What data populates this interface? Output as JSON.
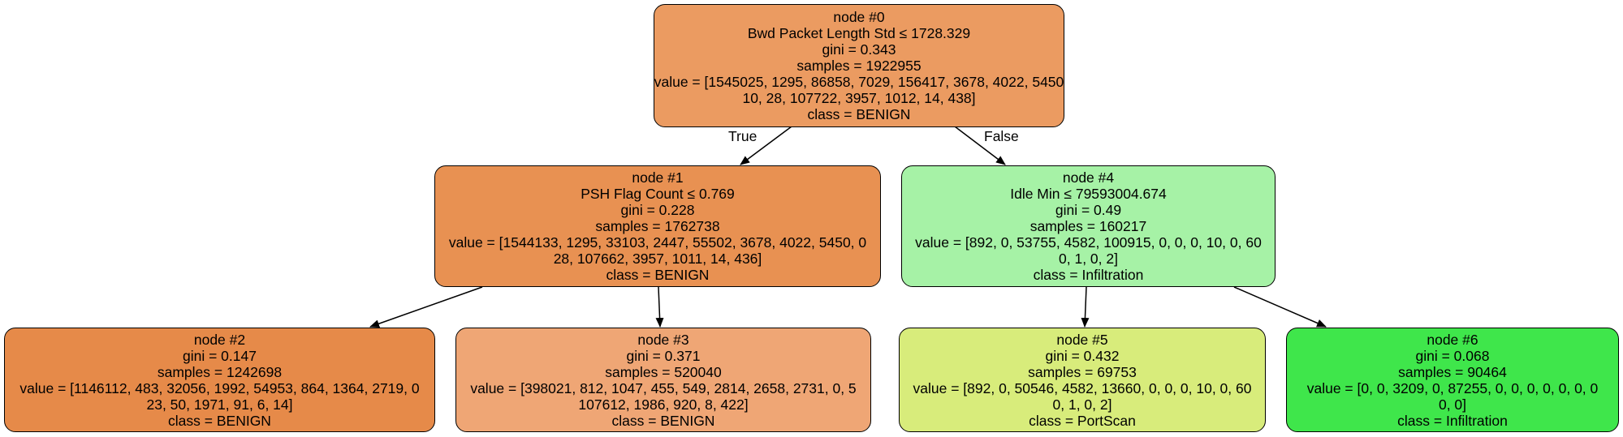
{
  "colors": {
    "node0": "#eb9b61",
    "node1": "#e89152",
    "node2": "#e68a49",
    "node3": "#efa675",
    "node4": "#a6f2a6",
    "node5": "#d8ec7b",
    "node6": "#3fe64b",
    "edge": "#000000"
  },
  "edges": {
    "true_label": "True",
    "false_label": "False"
  },
  "nodes": [
    {
      "id": "node #0",
      "split": "Bwd Packet Length Std ≤ 1728.329",
      "gini": "gini = 0.343",
      "samples": "samples = 1922955",
      "value_line1": "value = [1545025, 1295, 86858, 7029, 156417, 3678, 4022, 5450",
      "value_line2": "10, 28, 107722, 3957, 1012, 14, 438]",
      "class": "class = BENIGN"
    },
    {
      "id": "node #1",
      "split": "PSH Flag Count ≤ 0.769",
      "gini": "gini = 0.228",
      "samples": "samples = 1762738",
      "value_line1": "value = [1544133, 1295, 33103, 2447, 55502, 3678, 4022, 5450, 0",
      "value_line2": "28, 107662, 3957, 1011, 14, 436]",
      "class": "class = BENIGN"
    },
    {
      "id": "node #2",
      "split": "",
      "gini": "gini = 0.147",
      "samples": "samples = 1242698",
      "value_line1": "value = [1146112, 483, 32056, 1992, 54953, 864, 1364, 2719, 0",
      "value_line2": "23, 50, 1971, 91, 6, 14]",
      "class": "class = BENIGN"
    },
    {
      "id": "node #3",
      "split": "",
      "gini": "gini = 0.371",
      "samples": "samples = 520040",
      "value_line1": "value = [398021, 812, 1047, 455, 549, 2814, 2658, 2731, 0, 5",
      "value_line2": "107612, 1986, 920, 8, 422]",
      "class": "class = BENIGN"
    },
    {
      "id": "node #4",
      "split": "Idle Min ≤ 79593004.674",
      "gini": "gini = 0.49",
      "samples": "samples = 160217",
      "value_line1": "value = [892, 0, 53755, 4582, 100915, 0, 0, 0, 10, 0, 60",
      "value_line2": "0, 1, 0, 2]",
      "class": "class = Infiltration"
    },
    {
      "id": "node #5",
      "split": "",
      "gini": "gini = 0.432",
      "samples": "samples = 69753",
      "value_line1": "value = [892, 0, 50546, 4582, 13660, 0, 0, 0, 10, 0, 60",
      "value_line2": "0, 1, 0, 2]",
      "class": "class = PortScan"
    },
    {
      "id": "node #6",
      "split": "",
      "gini": "gini = 0.068",
      "samples": "samples = 90464",
      "value_line1": "value = [0, 0, 3209, 0, 87255, 0, 0, 0, 0, 0, 0, 0",
      "value_line2": "0, 0]",
      "class": "class = Infiltration"
    }
  ]
}
